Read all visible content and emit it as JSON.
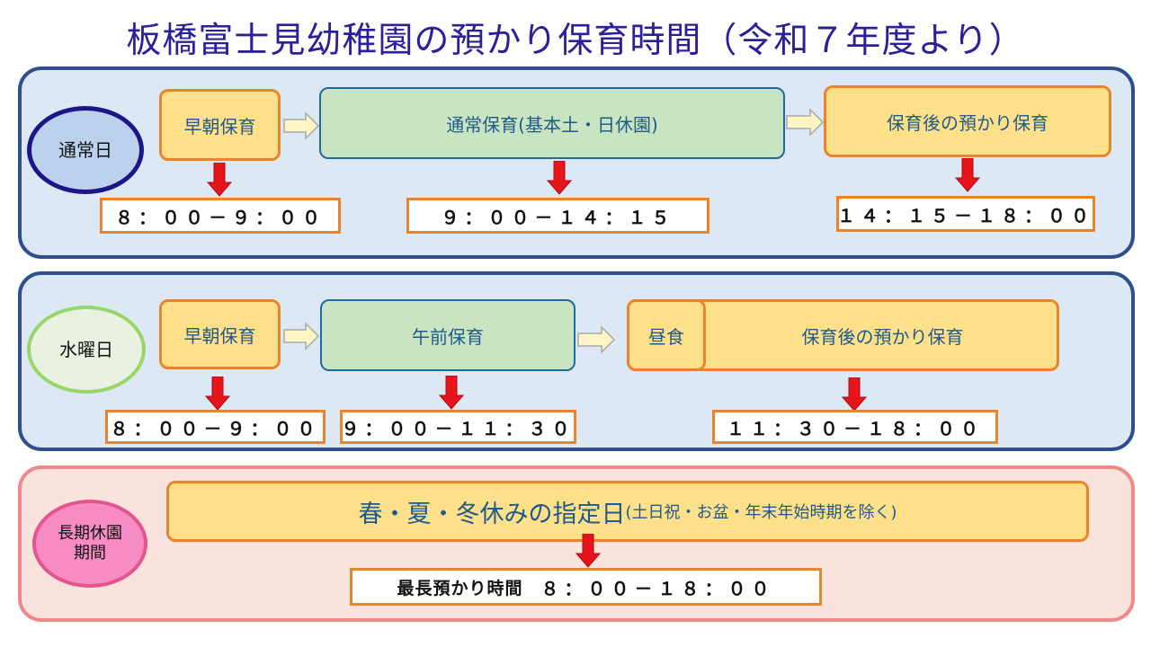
{
  "title": "板橋富士見幼稚園の預かり保育時間（令和７年度より）",
  "regular": {
    "label": "通常日",
    "early": "早朝保育",
    "main": "通常保育(基本土・日休園)",
    "after": "保育後の預かり保育",
    "times": [
      "８：００－９：００",
      "９：００－１４：１５",
      "１４：１５－１８：００"
    ]
  },
  "wednesday": {
    "label": "水曜日",
    "early": "早朝保育",
    "morning": "午前保育",
    "lunch": "昼食",
    "after": "保育後の預かり保育",
    "times": [
      "８：００－９：００",
      "９：００－１１：３０",
      "１１：３０－１８：００"
    ]
  },
  "holiday": {
    "label_line1": "長期休園",
    "label_line2": "期間",
    "main": "春・夏・冬休みの指定日",
    "sub": "(土日祝・お盆・年末年始時期を除く)",
    "max_label": "最長預かり時間",
    "max_time": "８：００－１８：００"
  },
  "colors": {
    "title": "#2b1f9a",
    "panel_border_blue": "#2f4f8c",
    "panel_bg_blue": "#dde8f5",
    "panel_border_pink": "#f08a8a",
    "panel_bg_pink": "#fae3dc",
    "box_orange_fill": "#ffe08a",
    "box_orange_border": "#e8852c",
    "box_green_fill": "#c9e4c0",
    "arrow_red": "#e8141c"
  }
}
